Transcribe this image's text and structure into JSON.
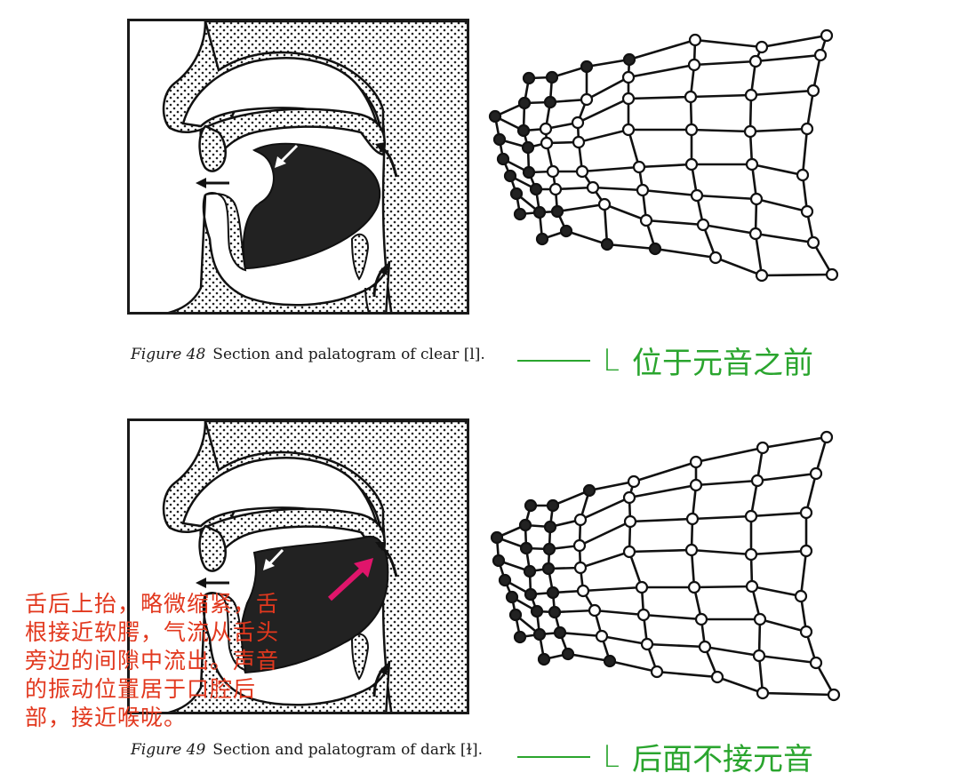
{
  "figures": [
    {
      "id": "fig48",
      "caption_number": "Figure 48",
      "caption_text": "Section and palatogram of clear [l].",
      "annotation_line": "——",
      "annotation_letter": "L",
      "annotation_text": "位于元音之前",
      "annotation_color": "#2aa52e",
      "section_diagram": "sagittal-section-clear-l",
      "palatogram": "palatogram-clear-l"
    },
    {
      "id": "fig49",
      "caption_number": "Figure 49",
      "caption_text": "Section and palatogram of dark [ɫ].",
      "annotation_line": "——",
      "annotation_letter": "L",
      "annotation_text": "后面不接元音",
      "annotation_color": "#2aa52e",
      "section_diagram": "sagittal-section-dark-l",
      "palatogram": "palatogram-dark-l",
      "highlight_arrow_color": "#e0156b"
    }
  ],
  "red_note": {
    "color": "#e2381e",
    "lines": [
      "舌后上抬，略微缩紧，舌",
      "根接近软腭，气流从舌头",
      "旁边的间隙中流出。声音",
      "的振动位置居于口腔后",
      "部，接近喉咙。"
    ]
  }
}
